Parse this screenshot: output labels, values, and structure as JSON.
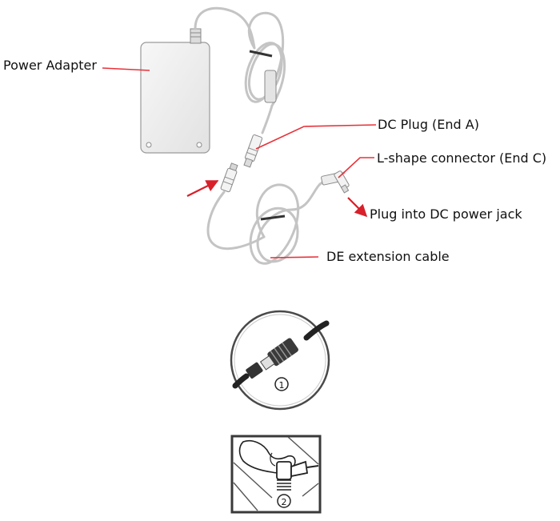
{
  "labels": {
    "power_adapter": "Power Adapter",
    "dc_plug": "DC Plug (End A)",
    "l_shape": "L-shape connector (End C)",
    "plug_into": "Plug into DC power jack",
    "de_cable": "DE extension cable"
  },
  "steps": {
    "step1": "1",
    "step2": "2"
  },
  "colors": {
    "leader": "#e8323a",
    "arrow": "#d8202a",
    "cable": "#c4c4c4",
    "adapter_fill": "#f0f0f0"
  }
}
